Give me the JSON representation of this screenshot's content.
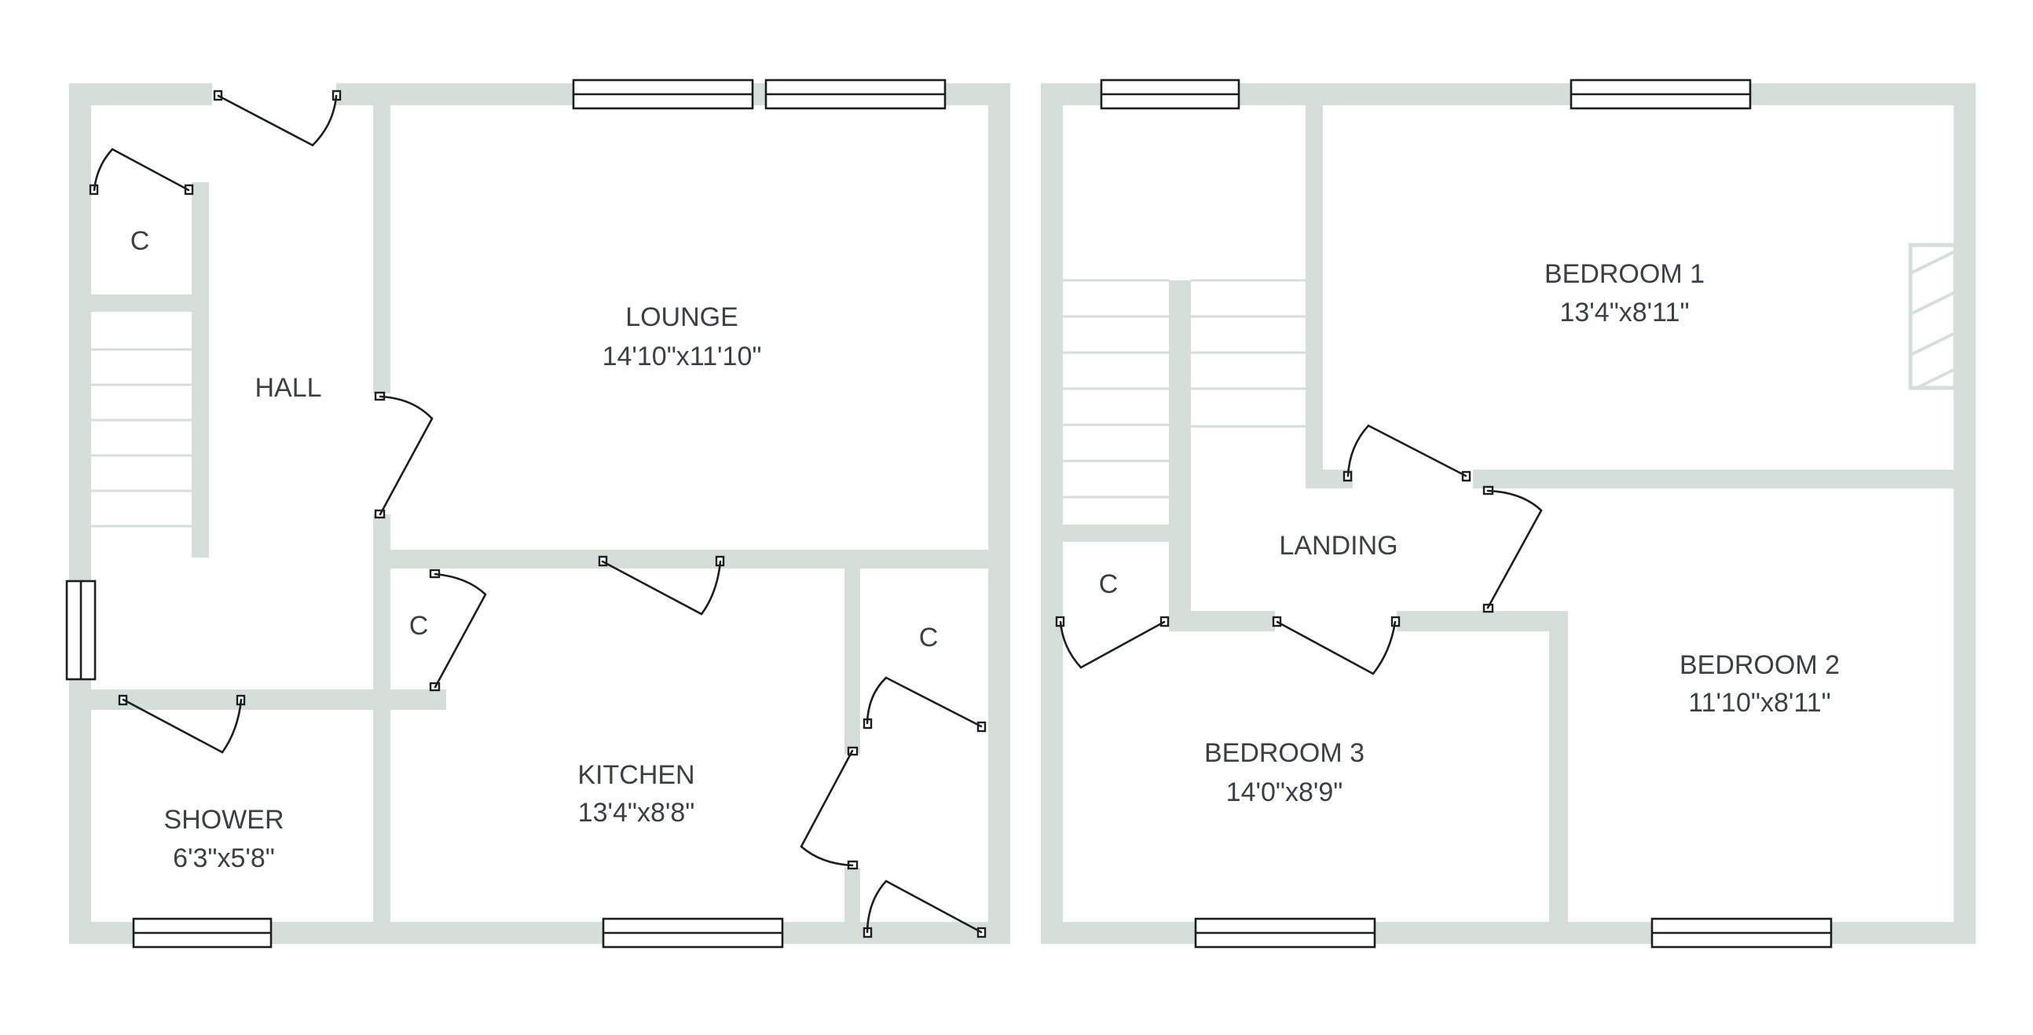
{
  "floor_plan": {
    "rooms": [
      {
        "id": "hall",
        "name": "HALL",
        "size": ""
      },
      {
        "id": "lounge",
        "name": "LOUNGE",
        "size": "14'10\"x11'10\""
      },
      {
        "id": "kitchen",
        "name": "KITCHEN",
        "size": "13'4\"x8'8\""
      },
      {
        "id": "shower",
        "name": "SHOWER",
        "size": "6'3\"x5'8\""
      },
      {
        "id": "cupboard-hall",
        "name": "C",
        "size": ""
      },
      {
        "id": "cupboard-kitchen",
        "name": "C",
        "size": ""
      },
      {
        "id": "cupboard-utility",
        "name": "C",
        "size": ""
      },
      {
        "id": "bedroom-1",
        "name": "BEDROOM 1",
        "size": "13'4\"x8'11\""
      },
      {
        "id": "bedroom-2",
        "name": "BEDROOM 2",
        "size": "11'10\"x8'11\""
      },
      {
        "id": "bedroom-3",
        "name": "BEDROOM 3",
        "size": "14'0\"x8'9\""
      },
      {
        "id": "landing",
        "name": "LANDING",
        "size": ""
      },
      {
        "id": "cupboard-landing",
        "name": "C",
        "size": ""
      }
    ],
    "colors": {
      "wall": "#d5ded9",
      "line": "#1c1f22",
      "text": "#3a4046",
      "background": "#ffffff"
    }
  }
}
